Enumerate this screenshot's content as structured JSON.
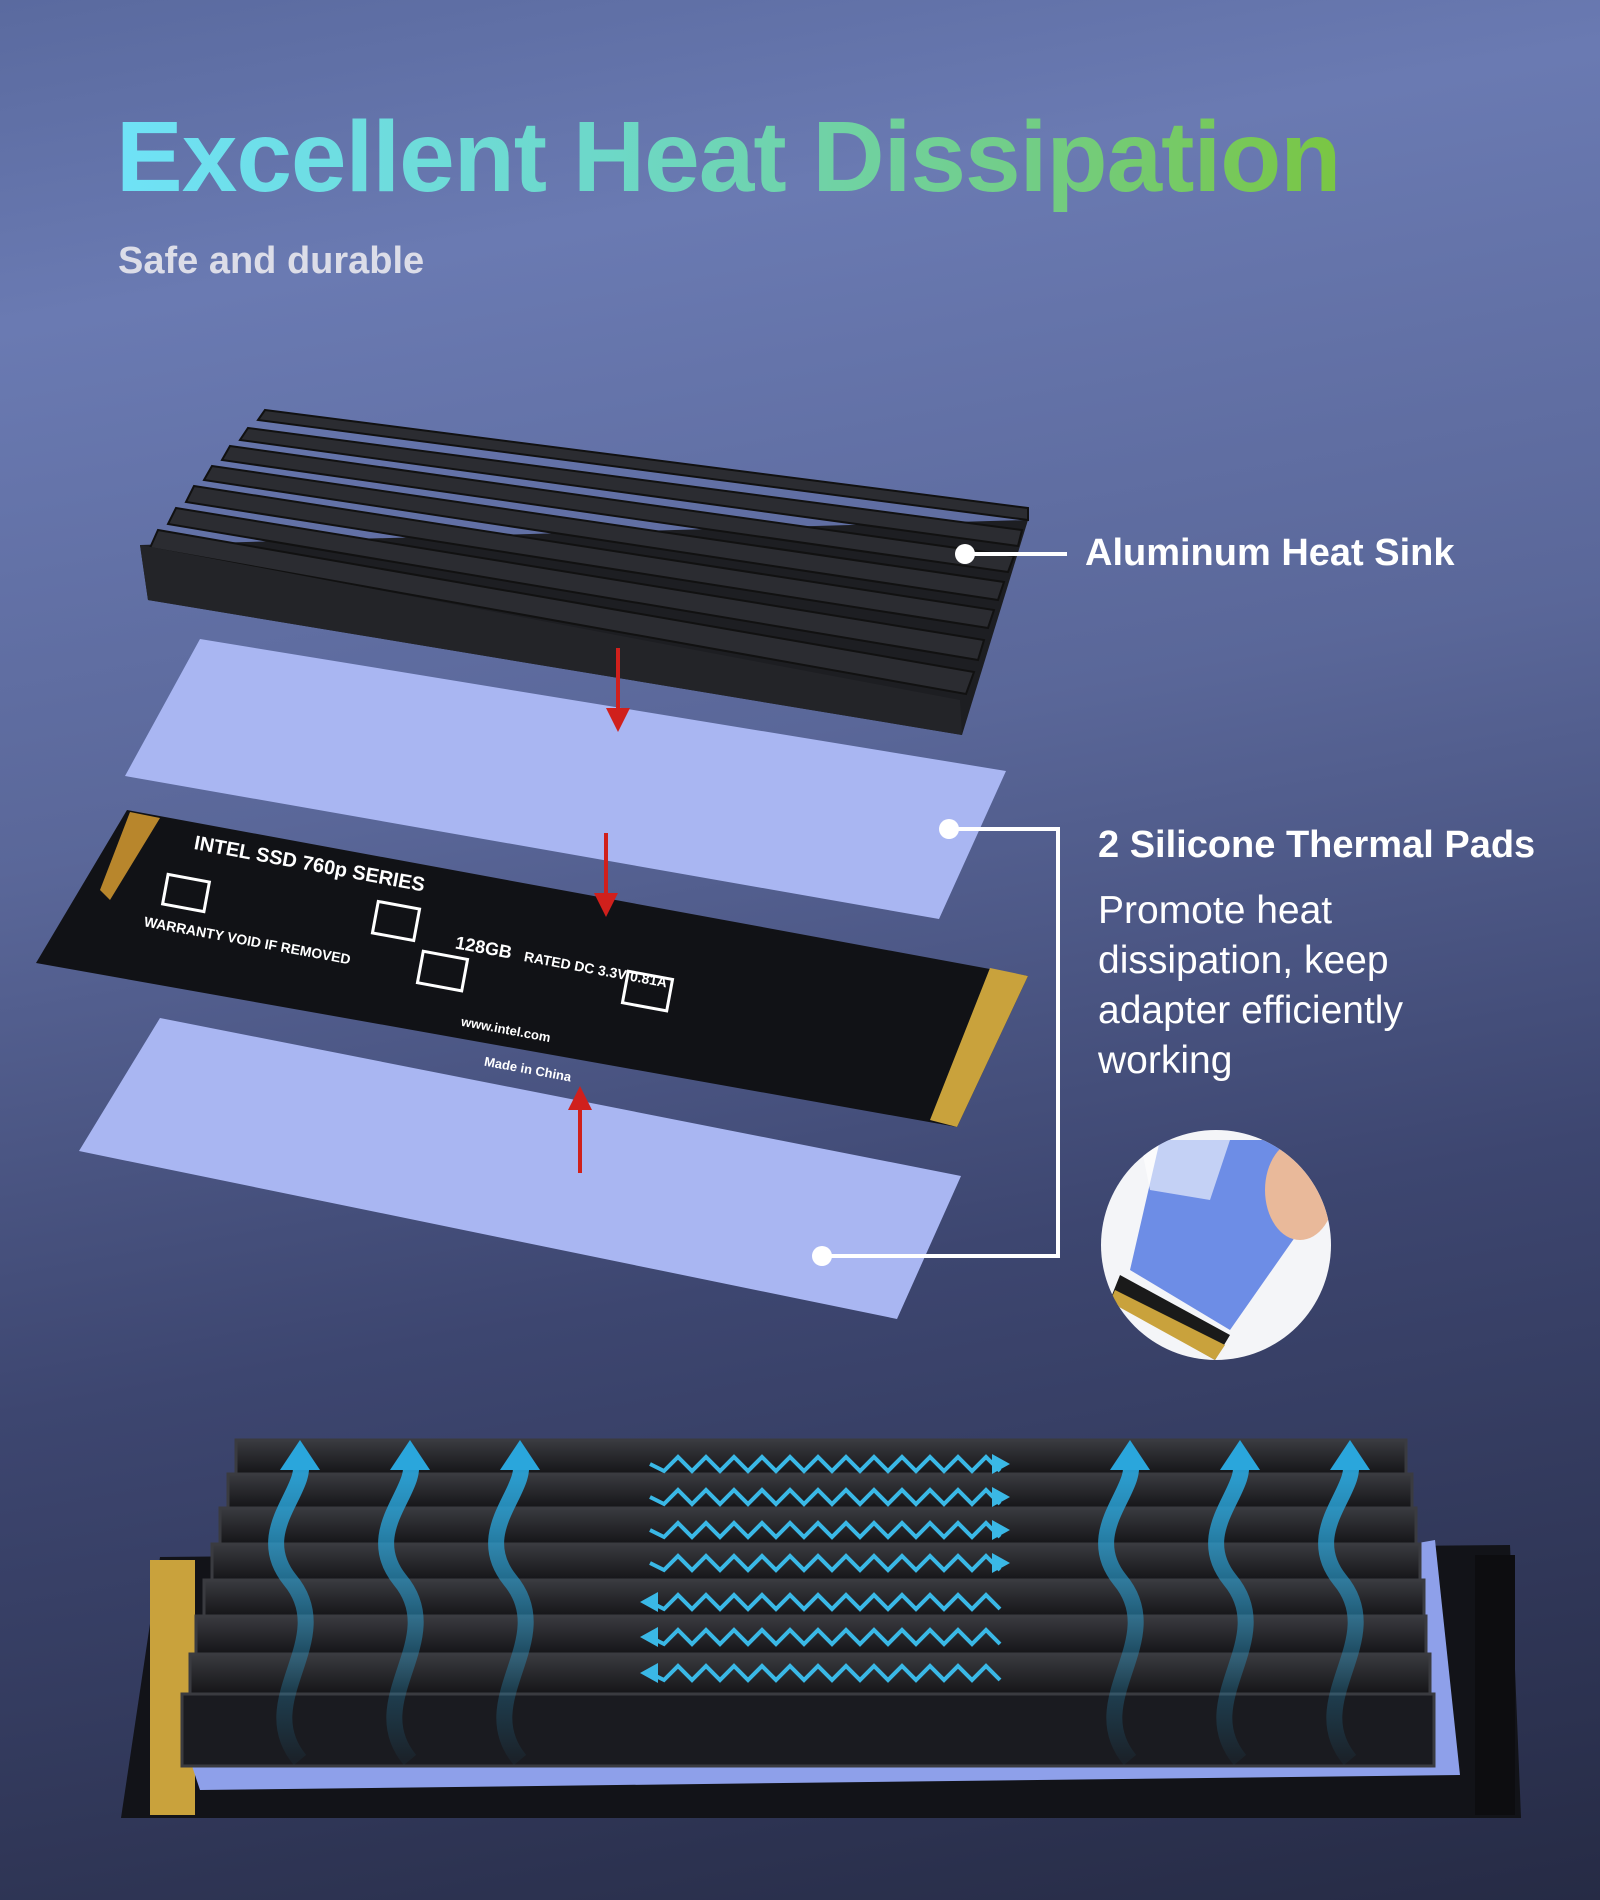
{
  "header": {
    "title": "Excellent Heat Dissipation",
    "subtitle": "Safe and durable"
  },
  "callouts": {
    "heat_sink": {
      "label": "Aluminum Heat Sink"
    },
    "thermal_pads": {
      "label": "2 Silicone Thermal Pads",
      "description_lines": [
        "Promote heat",
        "dissipation, keep",
        "adapter efficiently",
        "working"
      ]
    }
  },
  "ssd_label": {
    "brand_line": "INTEL SSD 760p SERIES",
    "capacity": "128GB",
    "rated": "RATED DC 3.3V 0.81A",
    "origin": "Made in China",
    "website": "www.intel.com",
    "warranty": "WARRANTY VOID IF REMOVED"
  },
  "colors": {
    "title_gradient_start": "#6fe2f7",
    "title_gradient_end": "#7ac642",
    "thermal_pad": "#a9b6f2",
    "arrow_red": "#d0201c",
    "airflow_blue": "#2aa6dc"
  }
}
